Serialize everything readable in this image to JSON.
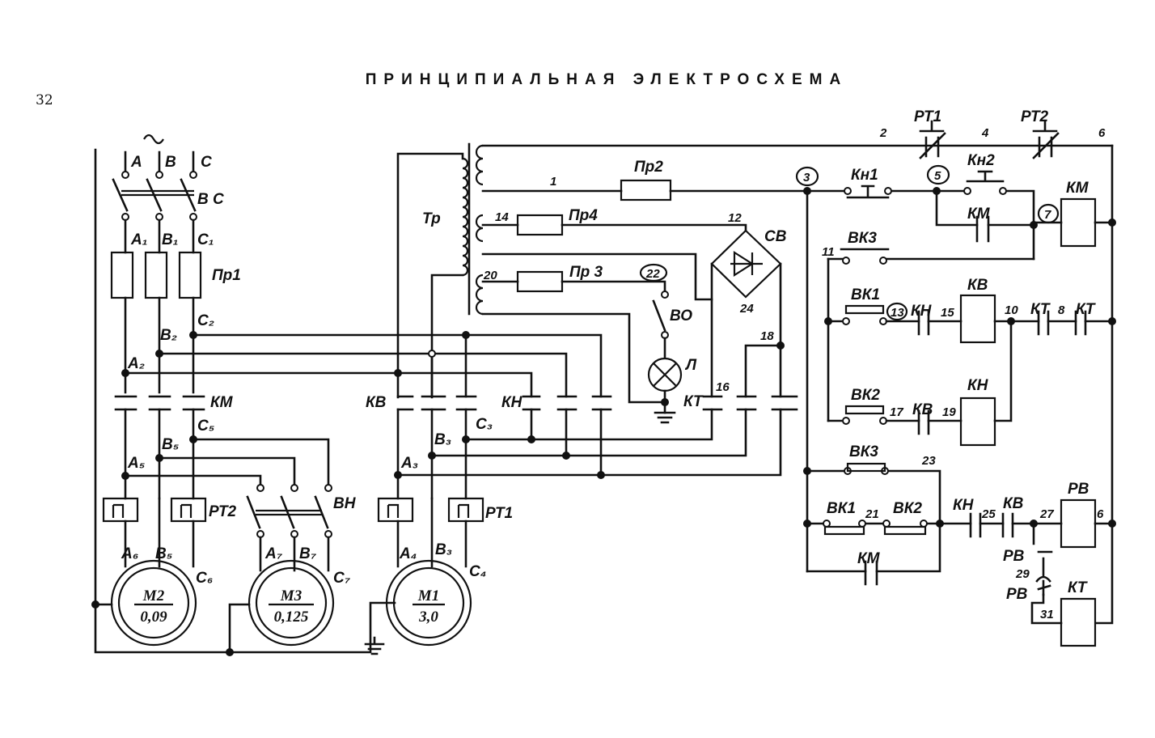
{
  "page_number": "32",
  "title": "ПРИНЦИПИАЛЬНАЯ ЭЛЕКТРОСХЕМА",
  "supply": {
    "ac_symbol": "~",
    "phases": [
      "A",
      "B",
      "C"
    ],
    "switch": "В С"
  },
  "phase_labels": {
    "a1": "A₁",
    "b1": "B₁",
    "c1": "C₁",
    "a2": "A₂",
    "b2": "B₂",
    "c2": "C₂",
    "a5": "A₅",
    "b5": "B₅",
    "c5": "C₅",
    "a6": "A₆",
    "b6": "B₅",
    "c6": "C₆",
    "a7": "A₇",
    "b7": "B₇",
    "c7": "C₇",
    "a3": "A₃",
    "b3": "B₃",
    "c3": "C₃",
    "a4": "A₄",
    "b4": "B₃",
    "c4": "C₄"
  },
  "fuses": {
    "main": "Пр1",
    "pr2": "Пр2",
    "pr3": "Пр 3",
    "pr4": "Пр4"
  },
  "devices": {
    "transformer": "Тр",
    "rectifier": "СВ",
    "lamp": "Л",
    "lamp_switch": "ВО",
    "km": "КМ",
    "kv": "КВ",
    "kn": "КН",
    "kt": "КТ",
    "rv": "РВ",
    "rt1": "РТ1",
    "rt2": "РТ2",
    "vn": "ВН",
    "kn1": "Кн1",
    "kn2": "Кн2",
    "vk1": "ВК1",
    "vk2": "ВК2",
    "vk3": "ВК3"
  },
  "motors": [
    {
      "name": "M2",
      "power": "0,09"
    },
    {
      "name": "M3",
      "power": "0,125"
    },
    {
      "name": "M1",
      "power": "3,0"
    }
  ],
  "wire_numbers": {
    "n1": "1",
    "n2": "2",
    "n3": "3",
    "n4": "4",
    "n5": "5",
    "n6": "6",
    "n7": "7",
    "n8": "8",
    "n10": "10",
    "n11": "11",
    "n12": "12",
    "n13": "13",
    "n14": "14",
    "n15": "15",
    "n16": "16",
    "n17": "17",
    "n18": "18",
    "n19": "19",
    "n20": "20",
    "n21": "21",
    "n22": "22",
    "n23": "23",
    "n24": "24",
    "n25": "25",
    "n27": "27",
    "n29": "29",
    "n31": "31"
  }
}
